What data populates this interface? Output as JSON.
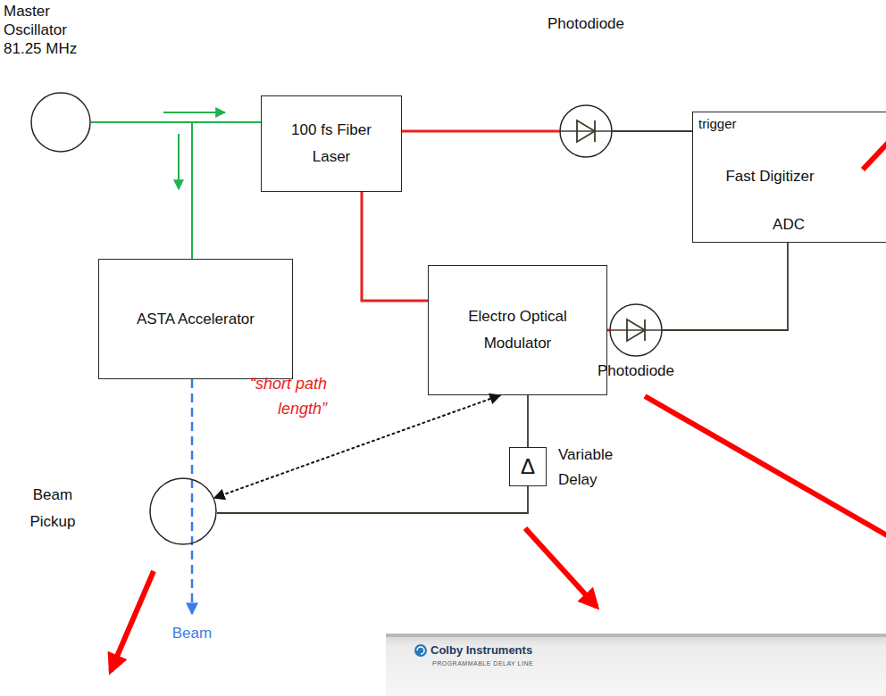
{
  "diagram": {
    "nodes": [
      {
        "text": [
          "Master Oscillator 81.25 MHz"
        ]
      },
      {
        "text": [
          "100 fs Fiber Laser"
        ]
      },
      {
        "text": [
          "Photodiode"
        ]
      },
      {
        "text": [
          "trigger",
          "Fast Digitizer",
          "ADC"
        ]
      },
      {
        "text": [
          "ASTA Accelerator"
        ]
      },
      {
        "text": [
          "Electro Optical Modulator"
        ]
      },
      {
        "text": [
          "Photodiode"
        ]
      },
      {
        "text": [
          "Beam Pickup"
        ]
      },
      {
        "text": [
          "Δ",
          "Variable Delay"
        ]
      }
    ],
    "edges": [
      {
        "from": 0,
        "to": 1,
        "arrow": "none"
      },
      {
        "from": 0,
        "to": 4,
        "arrow": "none"
      },
      {
        "from": 1,
        "to": 2,
        "arrow": "none"
      },
      {
        "from": 2,
        "to": 3,
        "arrow": "none"
      },
      {
        "from": 1,
        "to": 5,
        "arrow": "none"
      },
      {
        "from": 5,
        "to": 6,
        "arrow": "none"
      },
      {
        "from": 6,
        "to": 3,
        "arrow": "none"
      },
      {
        "from": 5,
        "to": 8,
        "arrow": "none"
      },
      {
        "from": 8,
        "to": 7,
        "arrow": "none"
      },
      {
        "from": 4,
        "to": 7,
        "arrow": "none"
      },
      {
        "from": 5,
        "to": 7,
        "label": "“short path length”",
        "arrow": "both"
      }
    ],
    "labels": [
      "Beam",
      "Colby Instruments",
      "PROGRAMMABLE DELAY LINE"
    ]
  }
}
